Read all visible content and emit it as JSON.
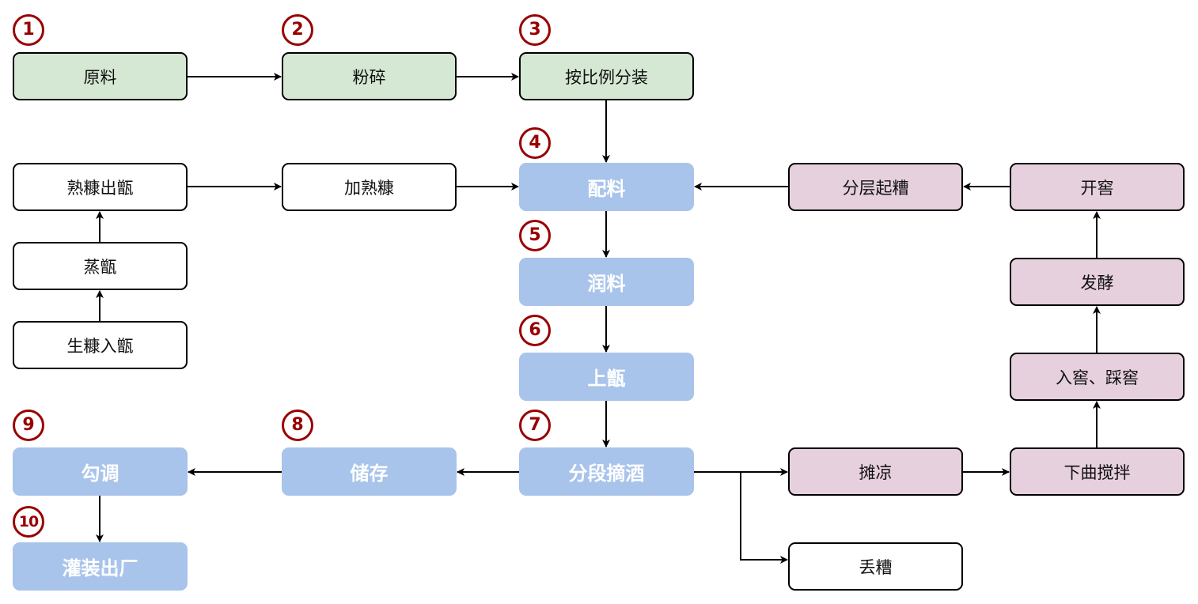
{
  "colors": {
    "green_fill": "#d5e8d4",
    "pink_fill": "#e6d0de",
    "blue_fill": "#a9c4eb",
    "white_fill": "#ffffff",
    "badge_red": "#990000",
    "edge": "#000000"
  },
  "step_badges": [
    "1",
    "2",
    "3",
    "4",
    "5",
    "6",
    "7",
    "8",
    "9",
    "10"
  ],
  "nodes": {
    "raw_material": "原料",
    "crushing": "粉碎",
    "proportional_packing": "按比例分装",
    "steamed_bran_out": "熟糠出甑",
    "add_steamed_bran": "加熟糠",
    "steaming": "蒸甑",
    "raw_bran_in": "生糠入甑",
    "batching": "配料",
    "moistening": "润料",
    "loading_retort": "上甑",
    "fraction_distilling": "分段摘酒",
    "storage": "储存",
    "blending": "勾调",
    "bottling": "灌装出厂",
    "layered_grains": "分层起糟",
    "open_pit": "开窖",
    "fermentation": "发酵",
    "pit_in_tread": "入窖、踩窖",
    "koji_mixing": "下曲搅拌",
    "spread_cool": "摊凉",
    "discard_grains": "丢糟"
  }
}
